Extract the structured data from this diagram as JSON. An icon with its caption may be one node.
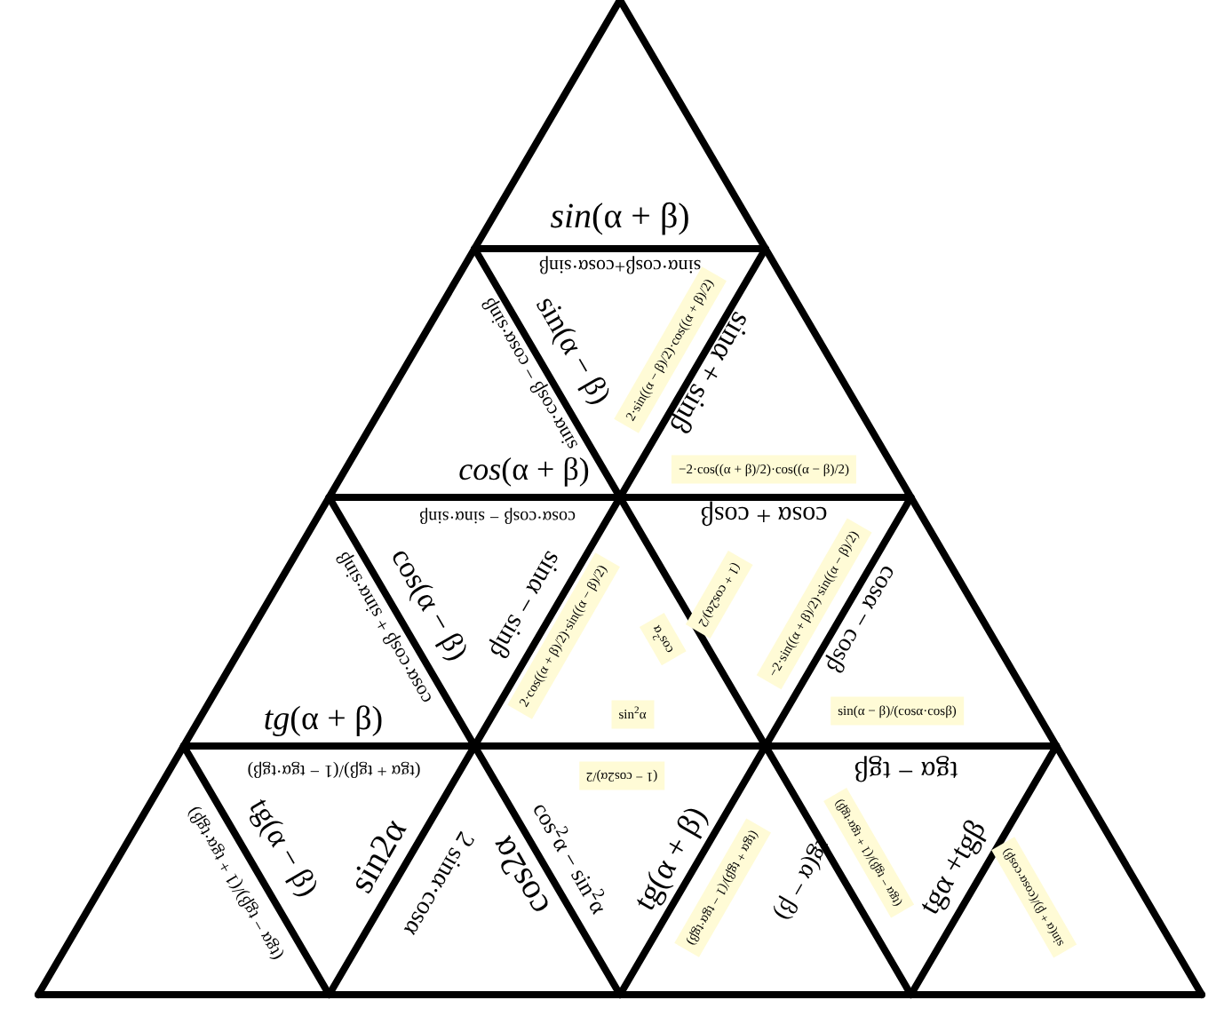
{
  "diagram": {
    "labels": [
      "*sin*(α + β)",
      "sinα·cosβ+cosα·sinβ",
      "sinα·cosβ − cosα·sinβ",
      "sin(α − β)",
      "2·sin((α − β)/2)·cos((α + β)/2)",
      "sinα + sinβ",
      "*cos*(α + β)",
      "−2·cos((α + β)/2)·cos((α − β)/2)",
      "cosα·cosβ − sinα·sinβ",
      "cosα·cosβ + sinα·sinβ",
      "cos(α − β)",
      "sinα − sinβ",
      "2·cos((α + β)/2)·sin((α − β)/2)",
      "cos$^{2}$α",
      "(1 + cos2α)/2",
      "cosα + cosβ",
      "−2·sin((α + β)/2)·sin((α − β)/2)",
      "cosα − cosβ",
      "*tg*(α + β)",
      "sin$^{2}$α",
      "sin(α − β)/(cosα·cosβ)",
      "(tgα + tgβ)/(1 − tgα·tgβ)",
      "(tgα − tgβ)/(1 + tgα·tgβ)",
      "tg(α − β)",
      "sin2α",
      "2 sinα·cosα",
      "(1 − cos2α)/2",
      "cos2α",
      "cos$^{2}$α − sin$^{2}$α",
      "tg(α + β)",
      "(tgα + tgβ)/(1 − tgα·tgβ)",
      "tgα − tgβ",
      "tg(α − β)",
      "(tgα − tgβ)/(1 + tgα·tgβ)",
      "tgα +tgβ",
      "sin(α + β)/(cosα·cosβ)"
    ]
  }
}
